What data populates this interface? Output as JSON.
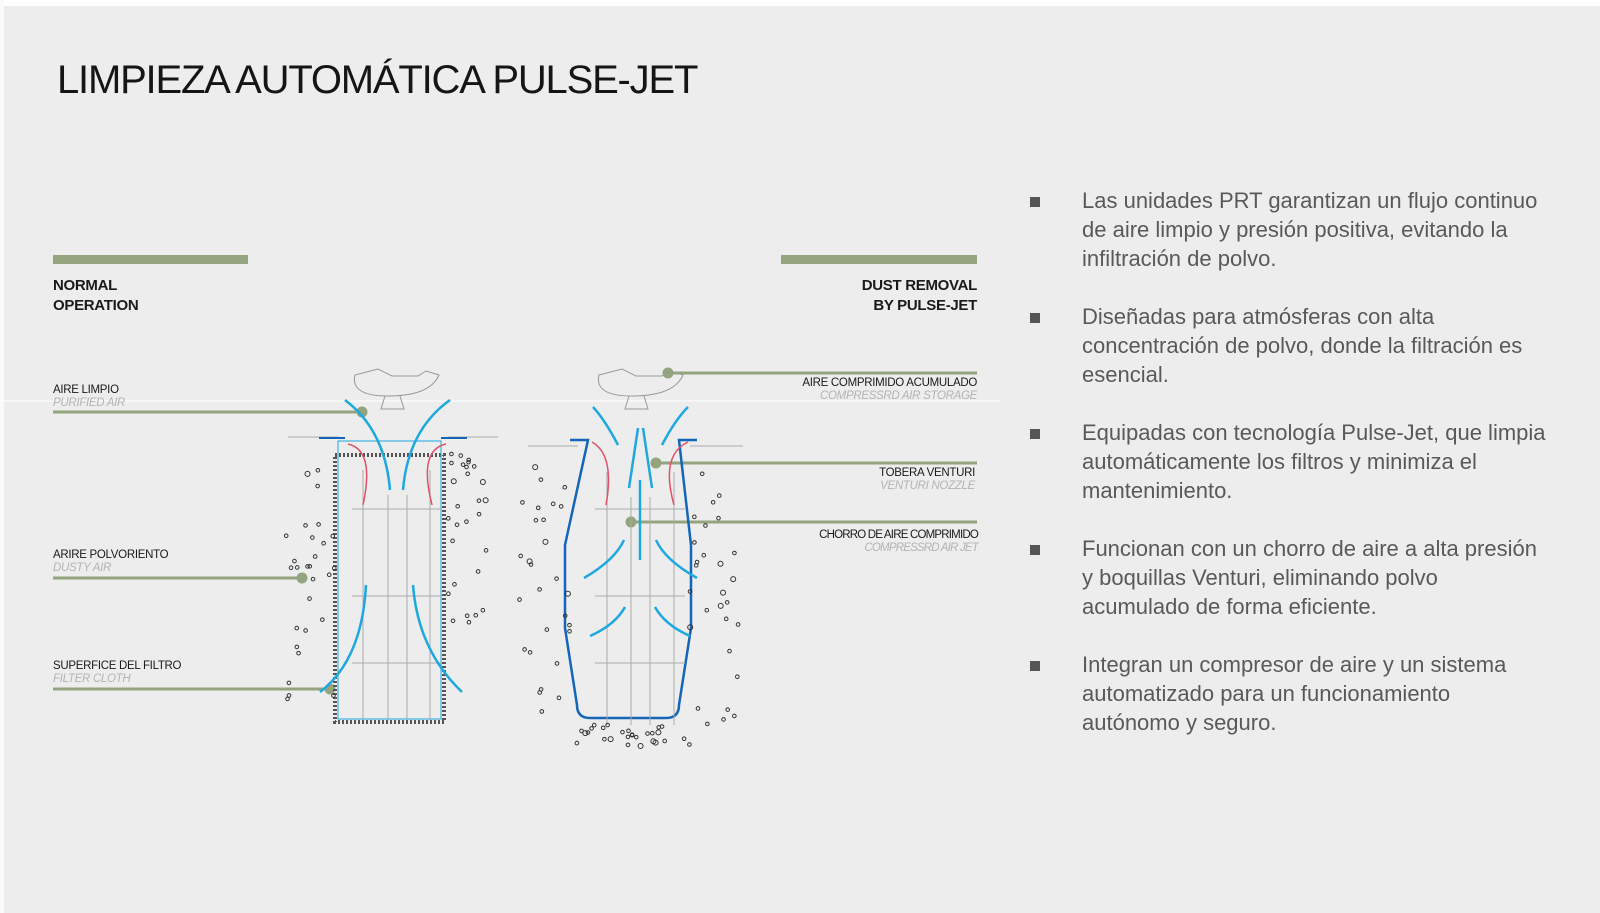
{
  "title": "LIMPIEZA AUTOMÁTICA PULSE-JET",
  "diagram": {
    "left_heading": [
      "NORMAL",
      "OPERATION"
    ],
    "right_heading": [
      "DUST REMOVAL",
      "BY PULSE-JET"
    ],
    "left_labels": [
      {
        "es": "AIRE LIMPIO",
        "en": "PURIFIED AIR"
      },
      {
        "es": "ARIRE POLVORIENTO",
        "en": "DUSTY AIR"
      },
      {
        "es": "SUPERFICE DEL FILTRO",
        "en": "FILTER CLOTH"
      }
    ],
    "right_labels": [
      {
        "es": "AIRE COMPRIMIDO ACUMULADO",
        "en": "COMPRESSRD AIR STORAGE"
      },
      {
        "es": "TOBERA VENTURI",
        "en": "VENTURI NOZZLE"
      },
      {
        "es": "CHORRO DE AIRE COMPRIMIDO",
        "en": "COMPRESSRD AIR JET"
      }
    ],
    "colors": {
      "accent": "#93a47f",
      "airflow": "#1ea8e0",
      "venturi": "#e0506a",
      "filter": "#1565b8"
    }
  },
  "bullets": [
    "Las unidades PRT garantizan un flujo continuo de aire limpio y presión positiva, evitando la infiltración de polvo.",
    "Diseñadas para atmósferas con alta concentración de polvo, donde la filtración es esencial.",
    "Equipadas con tecnología Pulse-Jet, que limpia automáticamente los filtros y minimiza el mantenimiento.",
    "Funcionan con un chorro de aire a alta presión y boquillas Venturi, eliminando polvo acumulado de forma eficiente.",
    "Integran un compresor de aire y un sistema automatizado para un funcionamiento autónomo y seguro."
  ]
}
